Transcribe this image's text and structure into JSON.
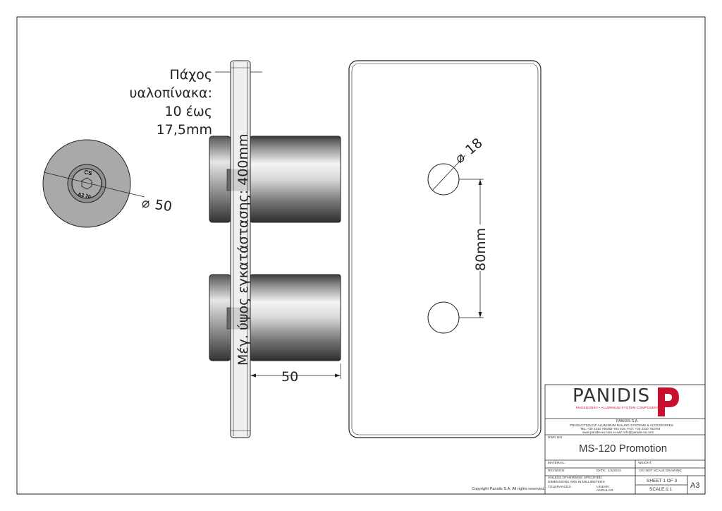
{
  "annotations": {
    "glass_thickness": [
      "Πάχος",
      "υαλοπίνακα:",
      "10 έως",
      "17,5mm"
    ],
    "max_install_height": "Μέγ. ύψος εγκατάστασης: 400mm",
    "dia_50": "50",
    "dia_18": "18",
    "spacing_80": "80mm",
    "length_50": "50",
    "cap_top": "CS",
    "cap_bottom": "A2 70"
  },
  "title_block": {
    "brand": "PANIDIS",
    "brand_tagline": "MAKEDONIKI • ALUMINIUM SYSTEM COMPONENTS",
    "company": "PANIDIS S.A.",
    "company_line1": "PRODUCTION OF ALUMINIUM RAILING SYSTEMS & ACCESSORIES",
    "company_line2": "TEL:+30 2310 780362-784 519, FAX: +30 2310 783764",
    "company_line3": "www.panidis-sa.com   e-mail: info@panidis-sa.com",
    "dwg_no_label": "DWG NO.",
    "dwg_no": "MS-120 Promotion",
    "material_label": "MATERIAL:",
    "weight_label": "WEIGHT:",
    "revision_label": "REVISION:",
    "date_label": "DATE:",
    "date": "1/3/2023",
    "no_scale": "DO NOT SCALE DRAWING",
    "unless_line1": "UNLESS OTHERWISE SPECIFIED:",
    "unless_line2": "DIMENSIONS ARE IN MILLIMETERS",
    "tolerances_label": "TOLERANCES:",
    "linear_label": "LINEAR:",
    "angular_label": "ANGULAR:",
    "sheet": "SHEET 1 OF 3",
    "scale": "SCALE:1:1",
    "size": "A3"
  },
  "copyright": "Copyright Panidis S.A.  All rights reserved.",
  "colors": {
    "line": "#222222",
    "accent": "#c8102e",
    "steel_dark": "#3a3a3a",
    "steel_light": "#f2f2f2"
  }
}
